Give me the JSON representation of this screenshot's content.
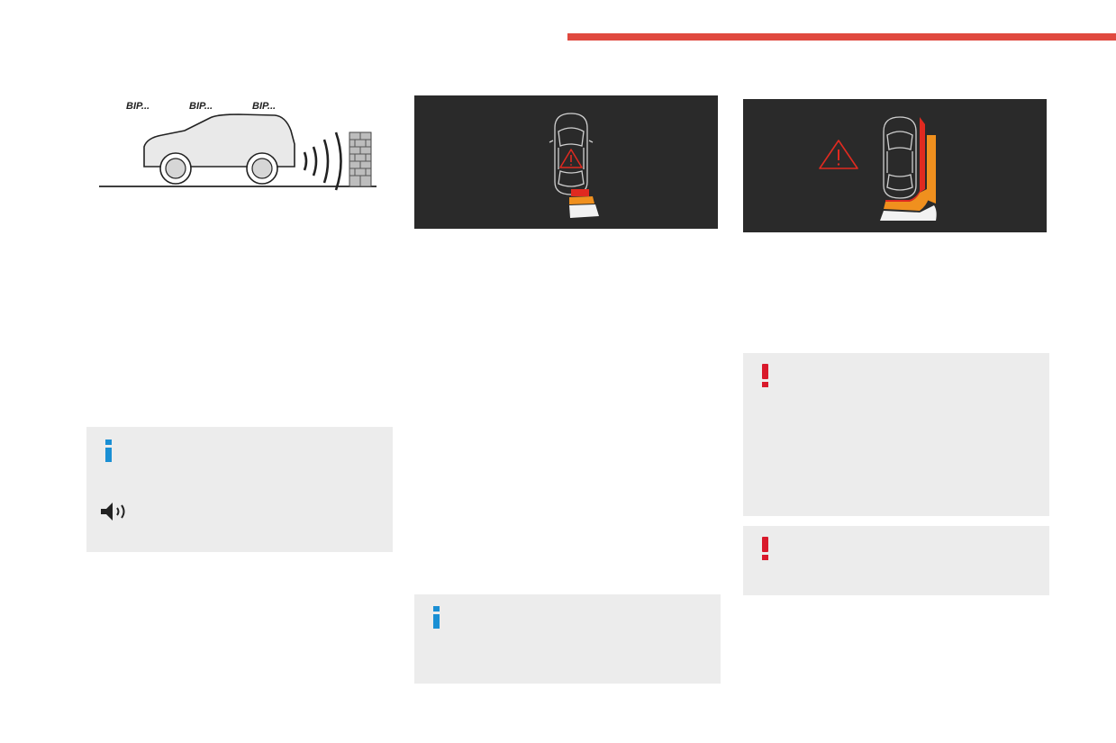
{
  "colors": {
    "accent": "#e0493f",
    "panel_background": "#2a2a2a",
    "note_background": "#ececec",
    "info_blue": "#1a8fd4",
    "warning_red": "#d9192b",
    "zone_white": "#f2f2f2",
    "zone_orange": "#f0901e",
    "zone_red": "#e02a20"
  },
  "illustration": {
    "beep_labels": [
      "BIP...",
      "BIP...",
      "BIP..."
    ],
    "icons": [
      "car-side-icon",
      "sound-waves-icon",
      "brick-wall-icon"
    ]
  },
  "panels": [
    {
      "icons": [
        "car-top-view-icon",
        "warning-triangle-icon",
        "proximity-zones-icon"
      ]
    },
    {
      "icons": [
        "car-top-view-icon",
        "warning-triangle-icon",
        "proximity-zones-icon"
      ]
    }
  ],
  "notes": [
    {
      "type": "info",
      "icons": [
        "info-icon",
        "speaker-icon"
      ]
    },
    {
      "type": "info",
      "icons": [
        "info-icon"
      ]
    },
    {
      "type": "warning",
      "icons": [
        "warning-icon"
      ]
    },
    {
      "type": "warning",
      "icons": [
        "warning-icon"
      ]
    }
  ]
}
